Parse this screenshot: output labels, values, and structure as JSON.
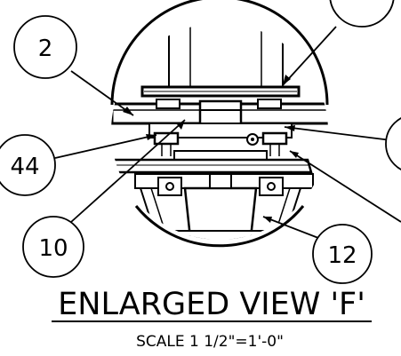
{
  "balloons": {
    "b2": "2",
    "b44": "44",
    "b10": "10",
    "b12": "12"
  },
  "view_title": "ENLARGED VIEW 'F'",
  "scale_note": "SCALE 1 1/2\"=1'-0\""
}
